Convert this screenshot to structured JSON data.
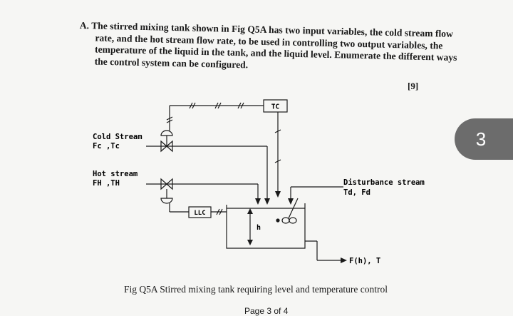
{
  "question": {
    "text": "A. The stirred mixing tank shown in Fig Q5A has two input variables, the cold stream flow rate, and the hot stream flow rate, to be used in controlling two output variables, the temperature of the liquid in the tank, and the liquid level. Enumerate the different ways the control system can be configured.",
    "marks": "[9]"
  },
  "figure": {
    "tc_label": "TC",
    "llc_label": "LLC",
    "cold_stream_label": "Cold Stream",
    "cold_stream_vars": "Fc ,Tc",
    "hot_stream_label": "Hot stream",
    "hot_stream_vars": "FH ,TH",
    "disturbance_label": "Disturbance stream",
    "disturbance_vars": "Td, Fd",
    "level_label": "h",
    "outlet_label": "F(h), T",
    "caption": "Fig Q5A Stirred mixing tank requiring level and temperature control"
  },
  "page_footer": "Page 3 of 4",
  "page_badge": "3"
}
